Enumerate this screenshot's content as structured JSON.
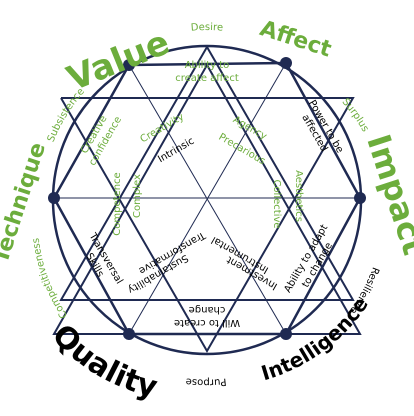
{
  "colors": {
    "line": "#1f2a52",
    "green": "#6cad3c",
    "black": "#000000"
  },
  "big": {
    "value": "Value",
    "affect": "Affect",
    "impact": "Impact",
    "intelligence": "Intelligence",
    "quality": "Quality",
    "technique": "Technique"
  },
  "ring": {
    "desire": "Desire",
    "surplus": "Surplus",
    "resilience": "Resilience",
    "purpose": "Purpose",
    "competitiveness": "Competitiveness",
    "subsistence": "Subsistence"
  },
  "inner": {
    "ability_affect_1": "Ability to",
    "ability_affect_2": "create affect",
    "power_affected_1": "Power to be",
    "power_affected_2": "affected",
    "ability_adapt_1": "Ability to adapt",
    "ability_adapt_2": "to change",
    "will_change_1": "Will to create",
    "will_change_2": "change",
    "transversal_1": "Transversal",
    "transversal_2": "Skills",
    "creative_1": "Creative",
    "creative_2": "confidence",
    "creativity": "Creativity",
    "agency": "Agency",
    "intrinsic": "Intrinsic",
    "precarious": "Precarious",
    "aesthetics": "Aesthetics",
    "collective": "Collective",
    "complex": "Complex",
    "competence": "Competence",
    "instrumental": "Instrumental",
    "investment": "Investment",
    "transformative": "Transformative",
    "sustainability": "Sustainability"
  }
}
